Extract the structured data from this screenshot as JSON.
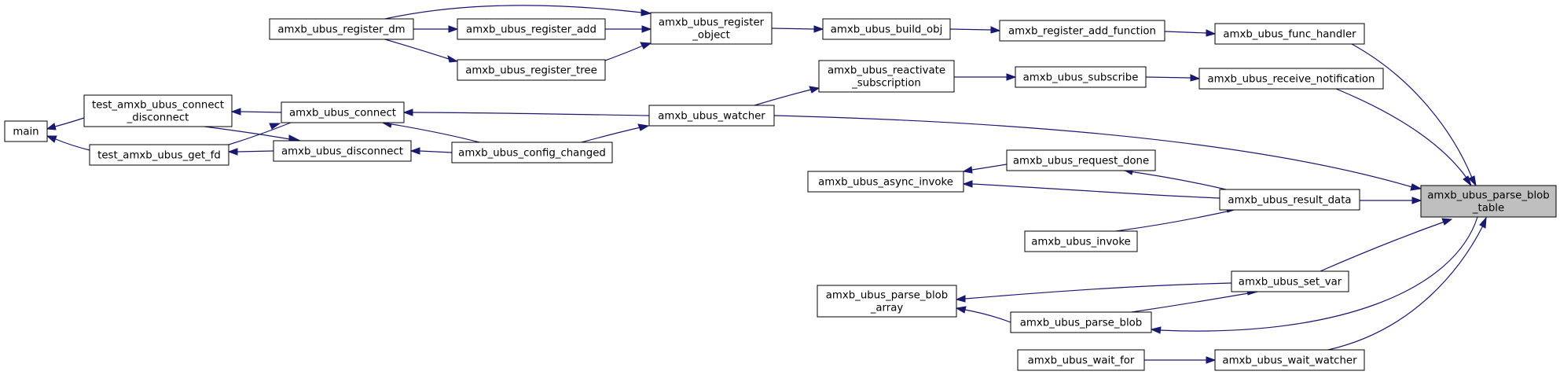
{
  "nodes": [
    {
      "id": "register_dm",
      "lines": [
        "amxb_ubus_register_dm"
      ]
    },
    {
      "id": "register_add",
      "lines": [
        "amxb_ubus_register_add"
      ]
    },
    {
      "id": "register_tree",
      "lines": [
        "amxb_ubus_register_tree"
      ]
    },
    {
      "id": "register_object",
      "lines": [
        "amxb_ubus_register",
        "_object"
      ]
    },
    {
      "id": "build_obj",
      "lines": [
        "amxb_ubus_build_obj"
      ]
    },
    {
      "id": "register_add_function",
      "lines": [
        "amxb_register_add_function"
      ]
    },
    {
      "id": "func_handler",
      "lines": [
        "amxb_ubus_func_handler"
      ]
    },
    {
      "id": "reactivate_subscription",
      "lines": [
        "amxb_ubus_reactivate",
        "_subscription"
      ]
    },
    {
      "id": "subscribe",
      "lines": [
        "amxb_ubus_subscribe"
      ]
    },
    {
      "id": "receive_notification",
      "lines": [
        "amxb_ubus_receive_notification"
      ]
    },
    {
      "id": "main",
      "lines": [
        "main"
      ]
    },
    {
      "id": "test_connect_disconnect",
      "lines": [
        "test_amxb_ubus_connect",
        "_disconnect"
      ]
    },
    {
      "id": "test_get_fd",
      "lines": [
        "test_amxb_ubus_get_fd"
      ]
    },
    {
      "id": "connect",
      "lines": [
        "amxb_ubus_connect"
      ]
    },
    {
      "id": "disconnect",
      "lines": [
        "amxb_ubus_disconnect"
      ]
    },
    {
      "id": "watcher",
      "lines": [
        "amxb_ubus_watcher"
      ]
    },
    {
      "id": "config_changed",
      "lines": [
        "amxb_ubus_config_changed"
      ]
    },
    {
      "id": "request_done",
      "lines": [
        "amxb_ubus_request_done"
      ]
    },
    {
      "id": "async_invoke",
      "lines": [
        "amxb_ubus_async_invoke"
      ]
    },
    {
      "id": "result_data",
      "lines": [
        "amxb_ubus_result_data"
      ]
    },
    {
      "id": "invoke",
      "lines": [
        "amxb_ubus_invoke"
      ]
    },
    {
      "id": "set_var",
      "lines": [
        "amxb_ubus_set_var"
      ]
    },
    {
      "id": "parse_blob_array",
      "lines": [
        "amxb_ubus_parse_blob",
        "_array"
      ]
    },
    {
      "id": "parse_blob",
      "lines": [
        "amxb_ubus_parse_blob"
      ]
    },
    {
      "id": "wait_for",
      "lines": [
        "amxb_ubus_wait_for"
      ]
    },
    {
      "id": "wait_watcher",
      "lines": [
        "amxb_ubus_wait_watcher"
      ]
    },
    {
      "id": "parse_blob_table",
      "lines": [
        "amxb_ubus_parse_blob",
        "_table"
      ],
      "highlight": true
    }
  ],
  "edges": [
    {
      "from": "register_dm",
      "to": "register_add"
    },
    {
      "from": "register_dm",
      "to": "register_tree"
    },
    {
      "from": "register_dm",
      "to": "register_object"
    },
    {
      "from": "register_add",
      "to": "register_object"
    },
    {
      "from": "register_tree",
      "to": "register_object"
    },
    {
      "from": "register_object",
      "to": "build_obj"
    },
    {
      "from": "build_obj",
      "to": "register_add_function"
    },
    {
      "from": "register_add_function",
      "to": "func_handler"
    },
    {
      "from": "func_handler",
      "to": "parse_blob_table"
    },
    {
      "from": "reactivate_subscription",
      "to": "subscribe"
    },
    {
      "from": "subscribe",
      "to": "receive_notification"
    },
    {
      "from": "receive_notification",
      "to": "parse_blob_table"
    },
    {
      "from": "test_connect_disconnect",
      "to": "main"
    },
    {
      "from": "test_get_fd",
      "to": "main"
    },
    {
      "from": "connect",
      "to": "test_connect_disconnect"
    },
    {
      "from": "connect",
      "to": "test_get_fd"
    },
    {
      "from": "disconnect",
      "to": "test_connect_disconnect"
    },
    {
      "from": "disconnect",
      "to": "test_get_fd"
    },
    {
      "from": "watcher",
      "to": "connect"
    },
    {
      "from": "watcher",
      "to": "reactivate_subscription"
    },
    {
      "from": "watcher",
      "to": "parse_blob_table"
    },
    {
      "from": "config_changed",
      "to": "connect"
    },
    {
      "from": "config_changed",
      "to": "disconnect"
    },
    {
      "from": "config_changed",
      "to": "watcher"
    },
    {
      "from": "request_done",
      "to": "async_invoke"
    },
    {
      "from": "result_data",
      "to": "request_done"
    },
    {
      "from": "result_data",
      "to": "async_invoke"
    },
    {
      "from": "result_data",
      "to": "invoke"
    },
    {
      "from": "result_data",
      "to": "parse_blob_table"
    },
    {
      "from": "set_var",
      "to": "parse_blob_table"
    },
    {
      "from": "set_var",
      "to": "parse_blob_array"
    },
    {
      "from": "set_var",
      "to": "parse_blob"
    },
    {
      "from": "parse_blob",
      "to": "parse_blob_array"
    },
    {
      "from": "parse_blob_table",
      "to": "parse_blob"
    },
    {
      "from": "wait_for",
      "to": "wait_watcher"
    },
    {
      "from": "wait_watcher",
      "to": "parse_blob_table"
    }
  ]
}
